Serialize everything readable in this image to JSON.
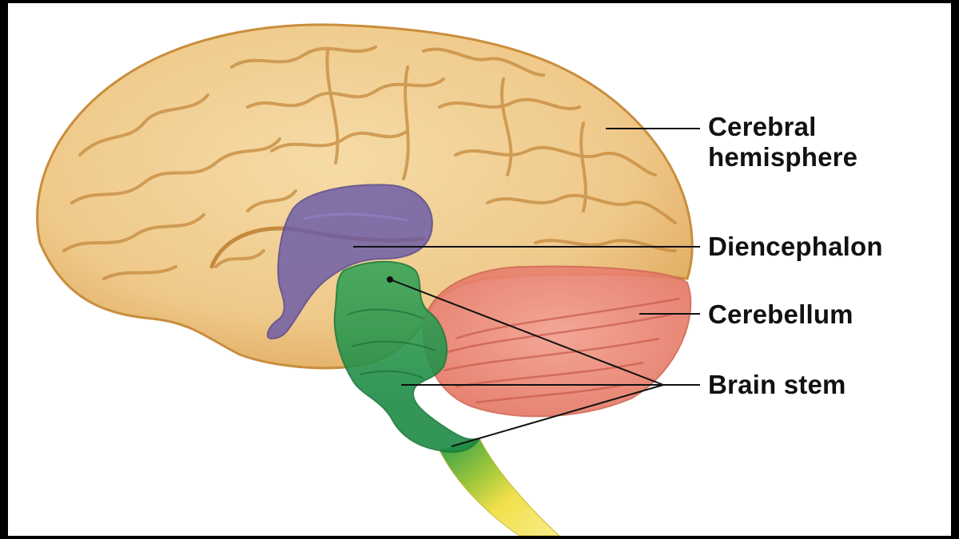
{
  "labels": {
    "cerebral_hemisphere": [
      "Cerebral",
      "hemisphere"
    ],
    "diencephalon": "Diencephalon",
    "cerebellum": "Cerebellum",
    "brain_stem": "Brain stem"
  },
  "colors": {
    "background": "#ffffff",
    "frame": "#000000",
    "cerebrum": "#efc98a",
    "cerebrum_outline": "#c98d3c",
    "diencephalon": "#6a5aa8",
    "cerebellum": "#ee8a78",
    "brain_stem": "#2f9a4e",
    "spinal_cord": "#f2e04a",
    "leader_line": "#111111"
  }
}
